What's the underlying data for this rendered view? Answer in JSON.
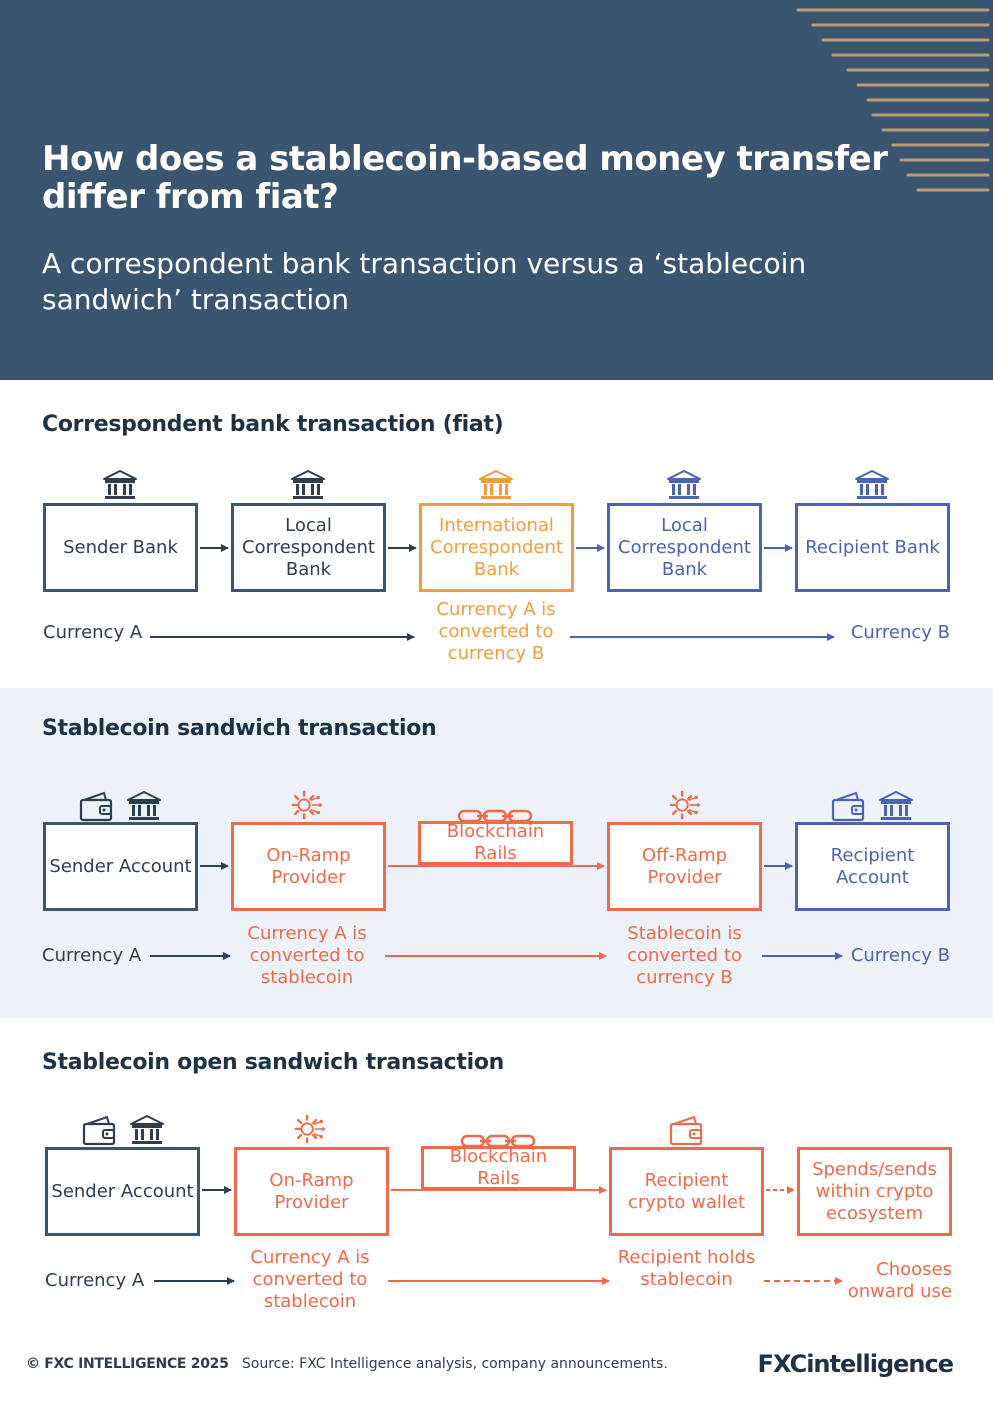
{
  "header": {
    "title": "How does a stablecoin-based money transfer differ from fiat?",
    "subtitle": "A correspondent bank transaction versus a ‘stablecoin sandwich’ transaction"
  },
  "sections": {
    "correspondent": {
      "title": "Correspondent bank transaction (fiat)",
      "boxes": [
        "Sender Bank",
        "Local Correspondent Bank",
        "International Correspondent Bank",
        "Local Correspondent Bank",
        "Recipient Bank"
      ],
      "currency_a": "Currency A",
      "conversion": "Currency A is converted to currency B",
      "currency_b": "Currency B"
    },
    "sandwich": {
      "title": "Stablecoin sandwich transaction",
      "boxes": [
        "Sender Account",
        "On-Ramp Provider",
        "Blockchain Rails",
        "Off-Ramp Provider",
        "Recipient Account"
      ],
      "currency_a": "Currency A",
      "onramp_note": "Currency A is converted to stablecoin",
      "offramp_note": "Stablecoin is converted to currency B",
      "currency_b": "Currency B"
    },
    "open_sandwich": {
      "title": "Stablecoin open sandwich transaction",
      "boxes": [
        "Sender Account",
        "On-Ramp Provider",
        "Blockchain Rails",
        "Recipient crypto wallet",
        "Spends/sends within crypto ecosystem"
      ],
      "currency_a": "Currency A",
      "onramp_note": "Currency A is converted to stablecoin",
      "holds_note": "Recipient holds stablecoin",
      "onward_note": "Chooses onward use"
    }
  },
  "footer": {
    "copyright": "© FXC INTELLIGENCE 2025",
    "source": "Source: FXC Intelligence analysis, company announcements.",
    "logo": "FXCintelligence"
  },
  "colors": {
    "header_bg": "#3a556f",
    "navy": "#2c3e50",
    "blue": "#4a63b4",
    "orange": "#f39c3c",
    "red": "#ef6a4a",
    "band_bg": "#edf1f8"
  }
}
